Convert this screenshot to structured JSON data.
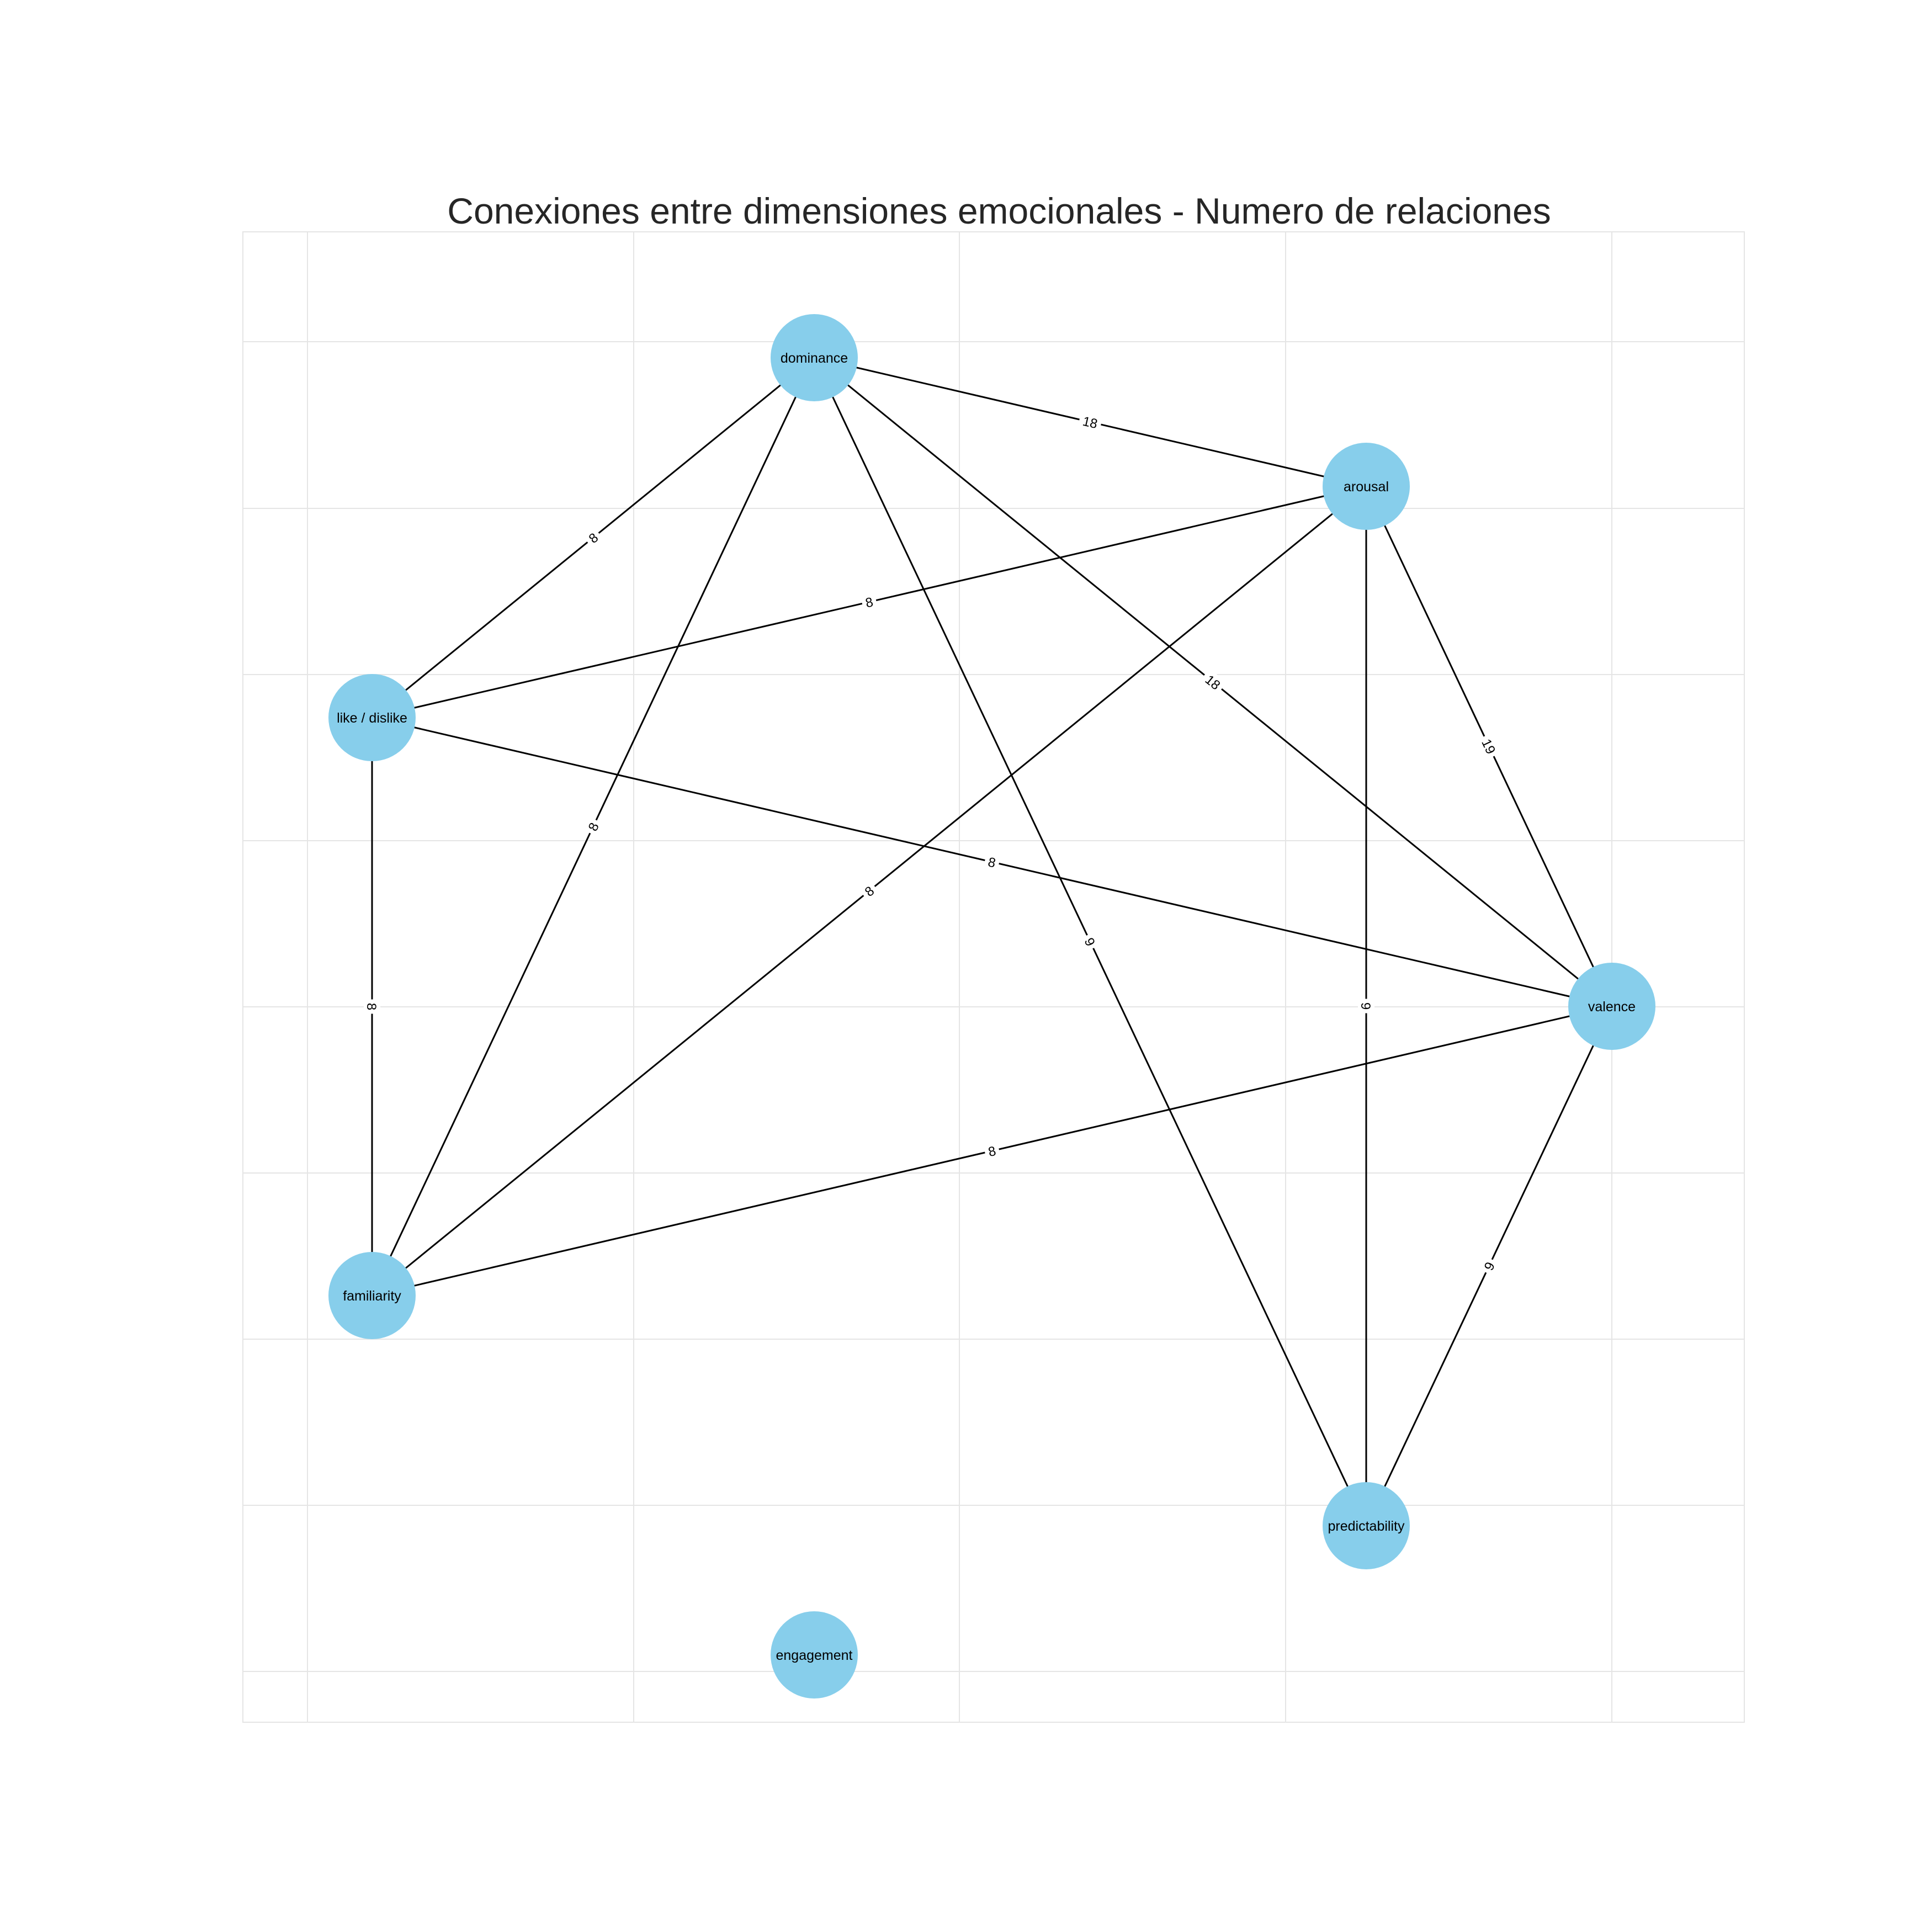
{
  "title": "Conexiones entre dimensiones emocionales - Numero de relaciones",
  "colors": {
    "node_fill": "#87ceeb",
    "edge": "#000000",
    "grid": "#e5e5e5",
    "label_bg": "#ffffff",
    "title": "#262626"
  },
  "nodes": [
    {
      "id": "dominance",
      "label": "dominance"
    },
    {
      "id": "arousal",
      "label": "arousal"
    },
    {
      "id": "like_dislike",
      "label": "like / dislike"
    },
    {
      "id": "valence",
      "label": "valence"
    },
    {
      "id": "familiarity",
      "label": "familiarity"
    },
    {
      "id": "predictability",
      "label": "predictability"
    },
    {
      "id": "engagement",
      "label": "engagement"
    }
  ],
  "edges": [
    {
      "source": "dominance",
      "target": "arousal",
      "weight": "18"
    },
    {
      "source": "dominance",
      "target": "like_dislike",
      "weight": "8"
    },
    {
      "source": "dominance",
      "target": "familiarity",
      "weight": "8"
    },
    {
      "source": "dominance",
      "target": "predictability",
      "weight": "9"
    },
    {
      "source": "dominance",
      "target": "valence",
      "weight": "18"
    },
    {
      "source": "arousal",
      "target": "like_dislike",
      "weight": "8"
    },
    {
      "source": "arousal",
      "target": "familiarity",
      "weight": "8"
    },
    {
      "source": "arousal",
      "target": "predictability",
      "weight": "9"
    },
    {
      "source": "arousal",
      "target": "valence",
      "weight": "19"
    },
    {
      "source": "like_dislike",
      "target": "valence",
      "weight": "8"
    },
    {
      "source": "like_dislike",
      "target": "familiarity",
      "weight": "8"
    },
    {
      "source": "valence",
      "target": "familiarity",
      "weight": "8"
    },
    {
      "source": "valence",
      "target": "predictability",
      "weight": "9"
    }
  ]
}
